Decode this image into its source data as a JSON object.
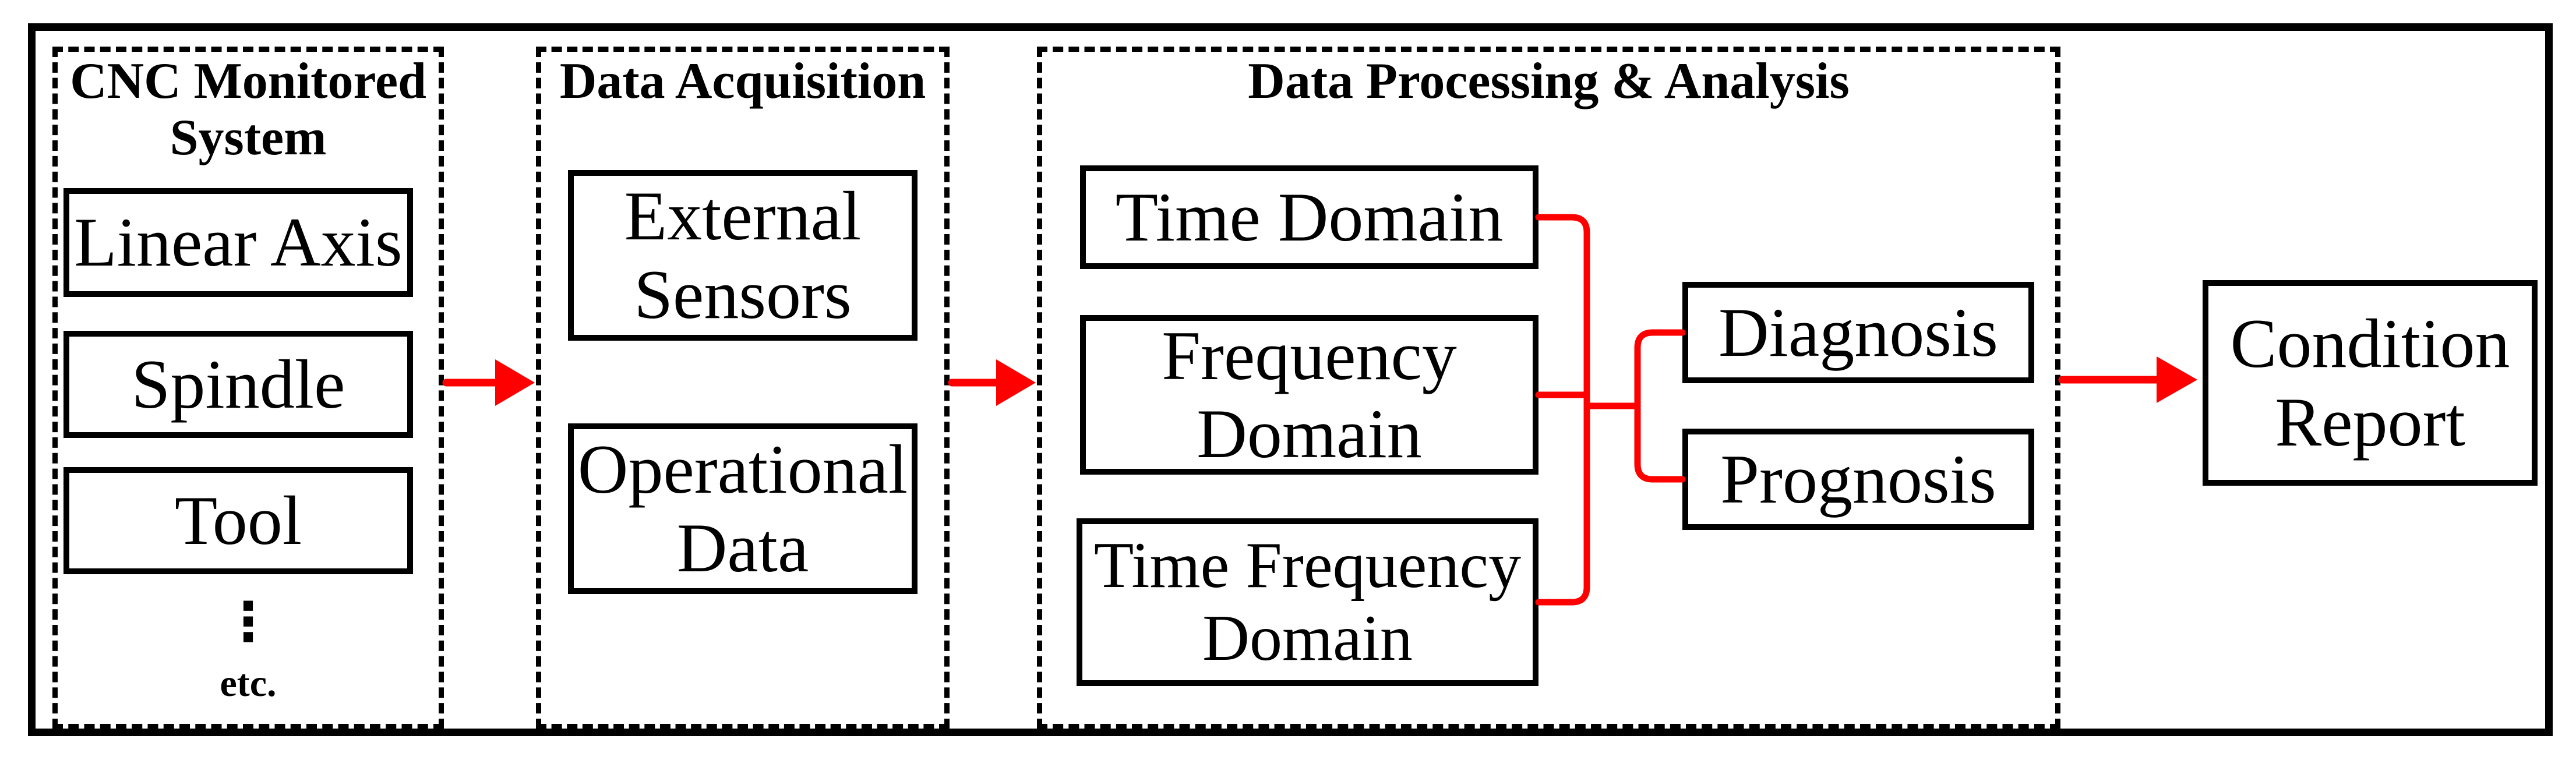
{
  "palette": {
    "ink": "#000000",
    "accent": "#ff0000",
    "background": "#ffffff"
  },
  "sections": {
    "cnc_monitored_system": {
      "title": "CNC Monitored\nSystem",
      "items": [
        "Linear Axis",
        "Spindle",
        "Tool"
      ],
      "ellipsis": "⋮",
      "etc_label": "etc."
    },
    "data_acquisition": {
      "title": "Data Acquisition",
      "items": [
        "External\nSensors",
        "Operational\nData"
      ]
    },
    "data_processing": {
      "title": "Data Processing & Analysis",
      "domains": [
        "Time Domain",
        "Frequency\nDomain",
        "Time Frequency\nDomain"
      ],
      "outputs": [
        "Diagnosis",
        "Prognosis"
      ]
    },
    "condition_report": {
      "label": "Condition\nReport"
    }
  }
}
